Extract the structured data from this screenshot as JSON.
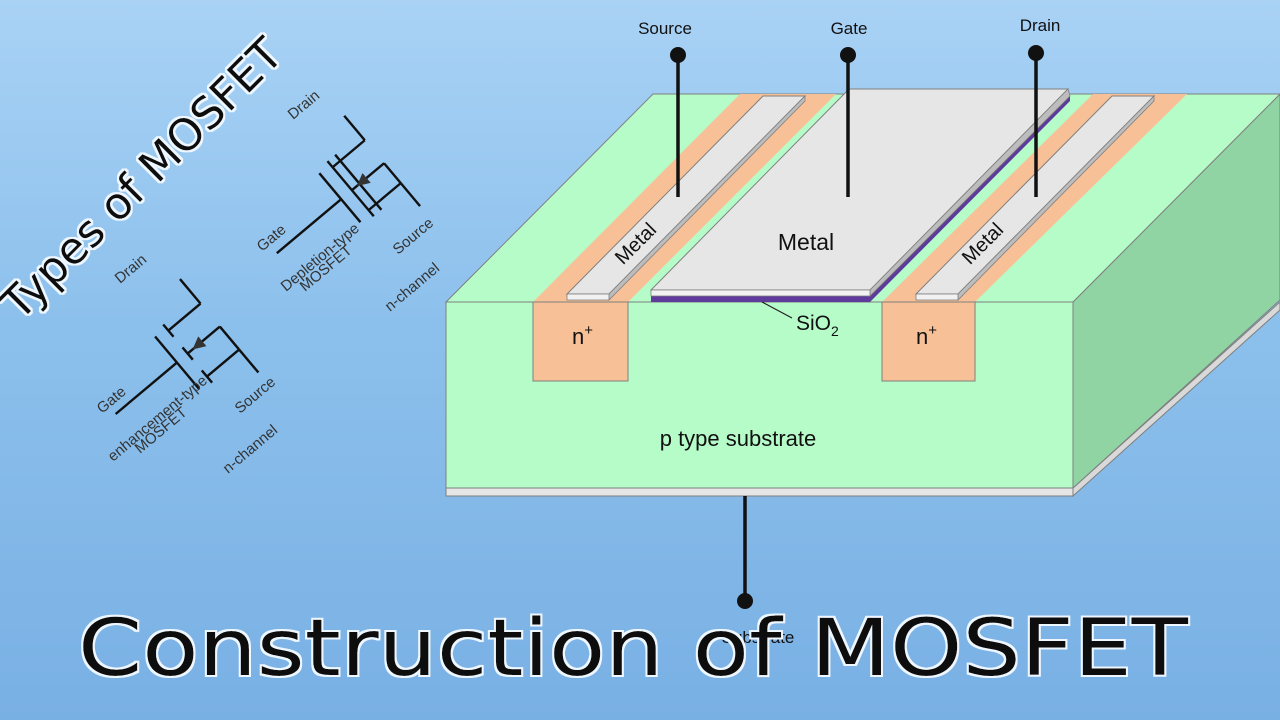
{
  "side_title": "Types of MOSFET",
  "main_title": "Construction of MOSFET",
  "terminals": {
    "source": "Source",
    "gate": "Gate",
    "drain": "Drain",
    "substrate": "Substrate"
  },
  "device": {
    "metal_left": "Metal",
    "metal_gate": "Metal",
    "metal_right": "Metal",
    "n_plus_left": "n+",
    "n_plus_right": "n+",
    "oxide": "SiO2",
    "substrate": "p type substrate"
  },
  "depletion_symbol": {
    "drain": "Drain",
    "gate": "Gate",
    "source": "Source",
    "type_line1": "Depletion-type",
    "type_line2": "MOSFET",
    "channel": "n-channel"
  },
  "enhancement_symbol": {
    "drain": "Drain",
    "gate": "Gate",
    "source": "Source",
    "type_line1": "enhancement-type",
    "type_line2": "MOSFET",
    "channel": "n-channel"
  },
  "colors": {
    "substrate": "#b6fcc9",
    "substrate_side": "#90d4a4",
    "n_region": "#f7c096",
    "metal": "#e6e6e6",
    "oxide": "#5d3a9b",
    "outline": "#7f7f7f"
  }
}
